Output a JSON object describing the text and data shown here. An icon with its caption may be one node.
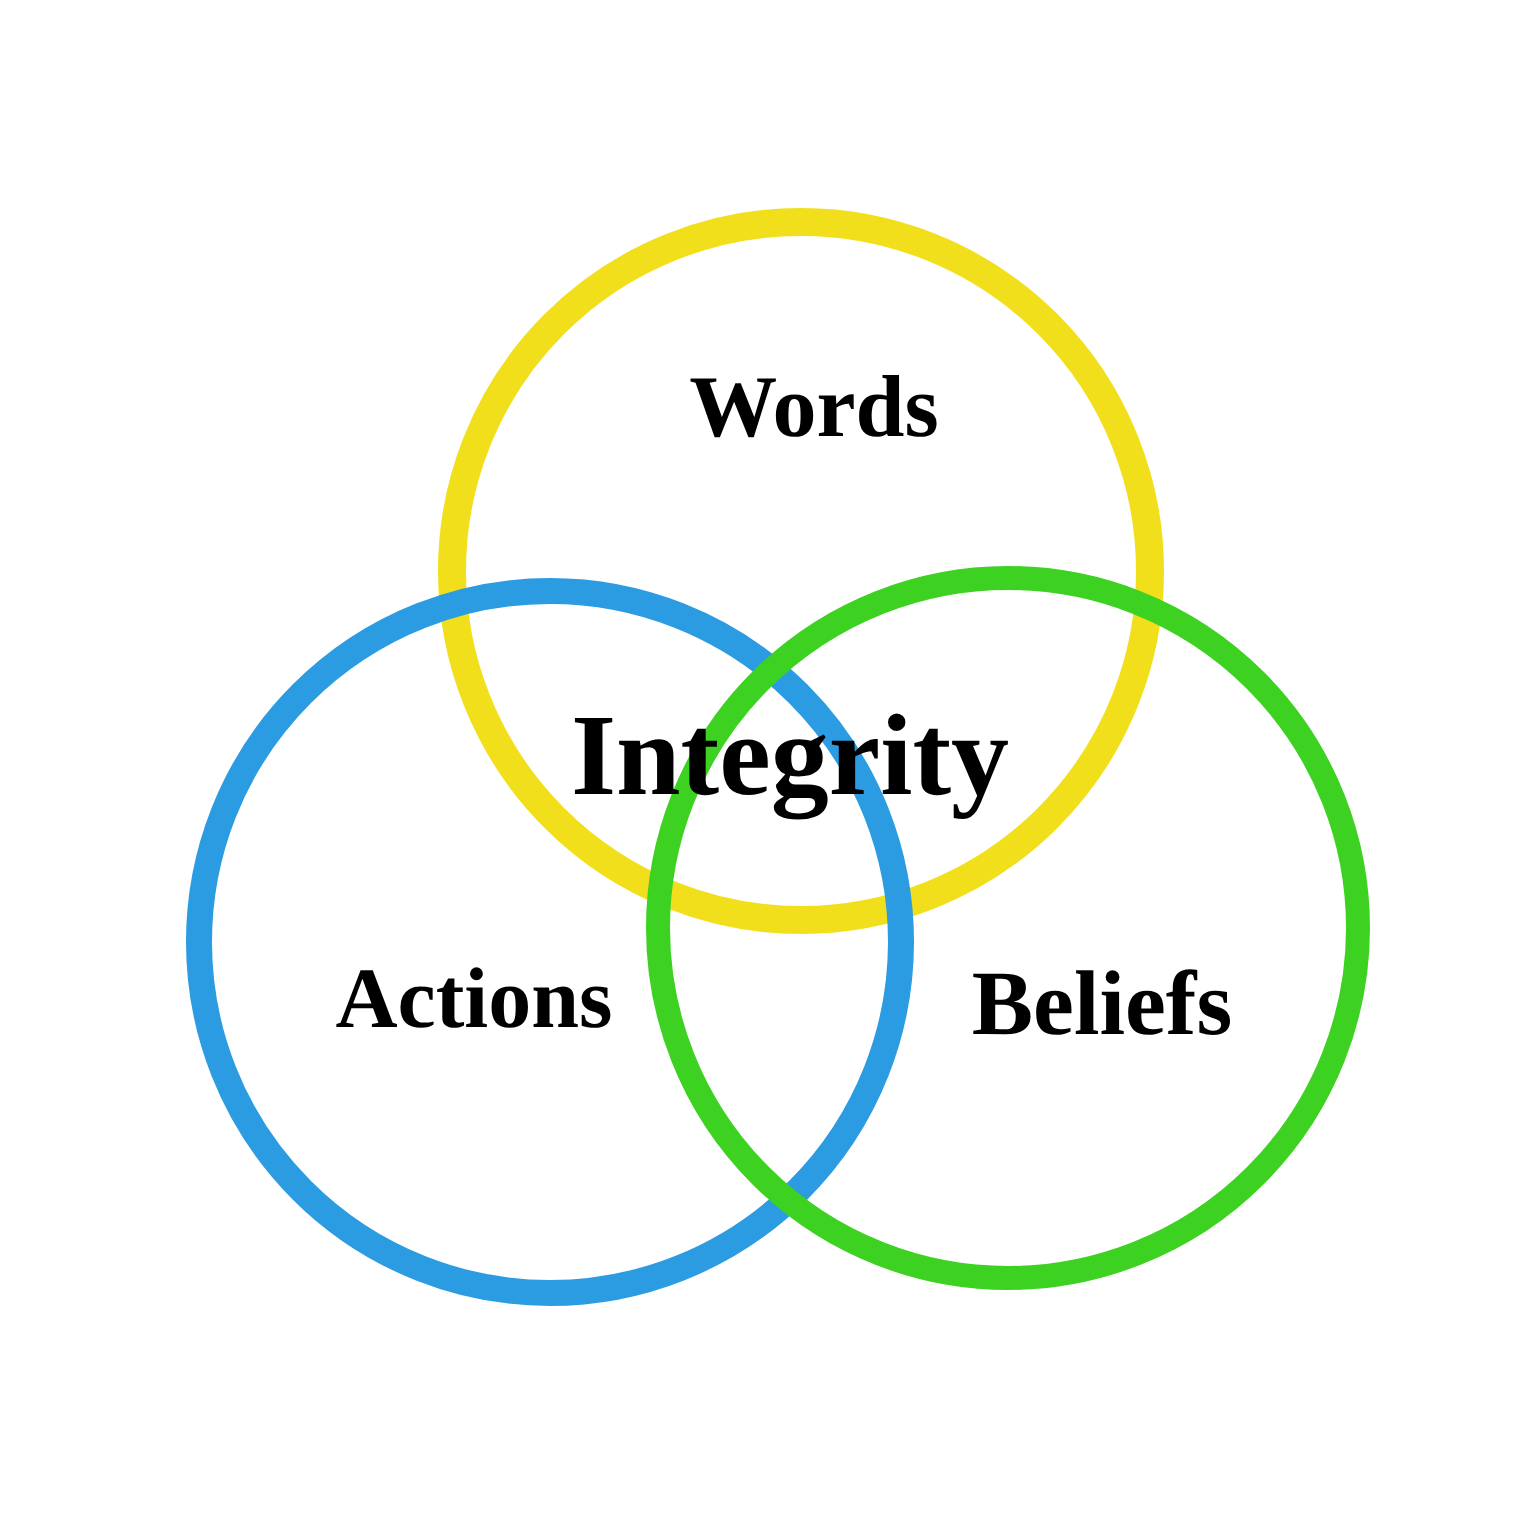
{
  "diagram": {
    "nodes": [
      {
        "text": [
          "Words"
        ]
      },
      {
        "text": [
          "Actions"
        ]
      },
      {
        "text": [
          "Beliefs"
        ]
      }
    ],
    "labels": [
      "Integrity"
    ]
  }
}
